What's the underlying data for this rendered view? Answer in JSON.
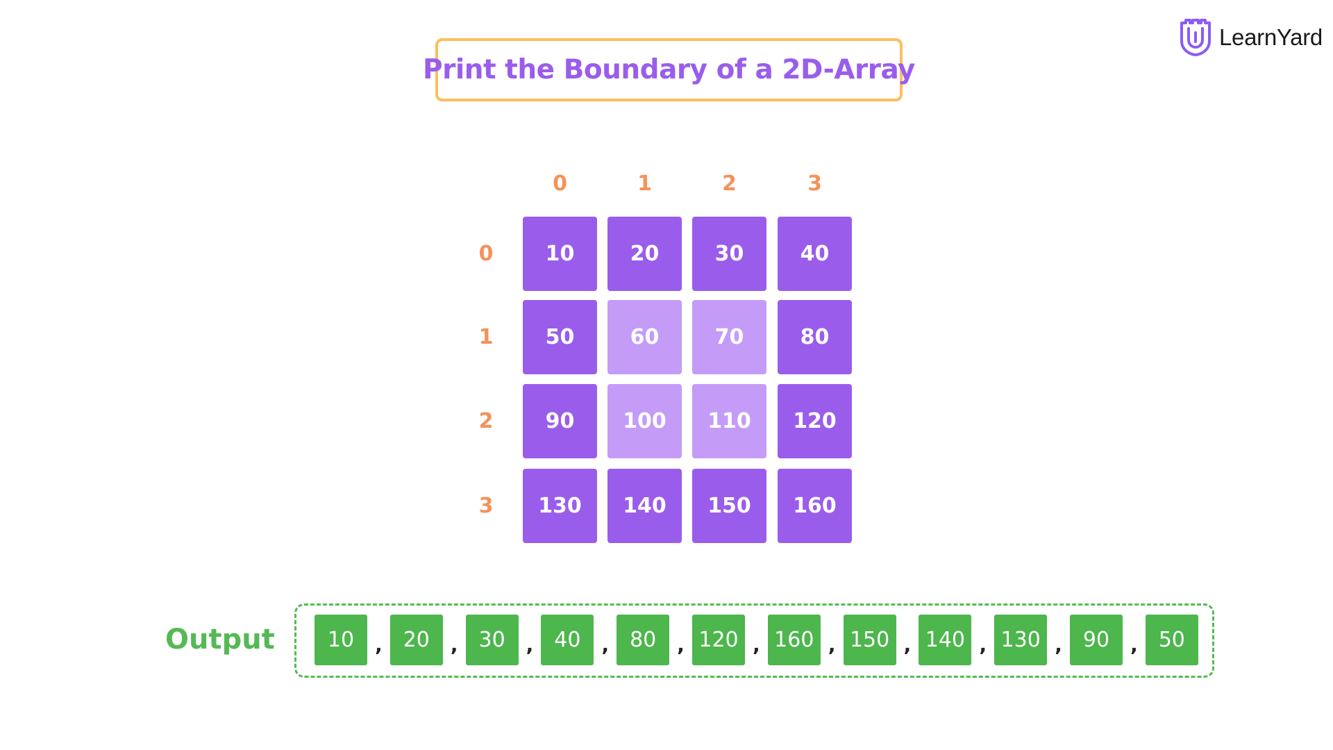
{
  "title": "Print the Boundary of a 2D-Array",
  "logo": {
    "text": "LearnYard",
    "icon": "learnyard-logo-icon",
    "icon_color": "#8B5CF6"
  },
  "colors": {
    "title": "#9A5DEB",
    "title_border": "#FDBE5B",
    "index": "#F4925A",
    "boundary_cell": "#9A5DEB",
    "inner_cell": "#C49CF8",
    "output": "#55B955"
  },
  "grid": {
    "col_indices": [
      "0",
      "1",
      "2",
      "3"
    ],
    "row_indices": [
      "0",
      "1",
      "2",
      "3"
    ],
    "rows": [
      [
        {
          "value": "10",
          "boundary": true
        },
        {
          "value": "20",
          "boundary": true
        },
        {
          "value": "30",
          "boundary": true
        },
        {
          "value": "40",
          "boundary": true
        }
      ],
      [
        {
          "value": "50",
          "boundary": true
        },
        {
          "value": "60",
          "boundary": false
        },
        {
          "value": "70",
          "boundary": false
        },
        {
          "value": "80",
          "boundary": true
        }
      ],
      [
        {
          "value": "90",
          "boundary": true
        },
        {
          "value": "100",
          "boundary": false
        },
        {
          "value": "110",
          "boundary": false
        },
        {
          "value": "120",
          "boundary": true
        }
      ],
      [
        {
          "value": "130",
          "boundary": true
        },
        {
          "value": "140",
          "boundary": true
        },
        {
          "value": "150",
          "boundary": true
        },
        {
          "value": "160",
          "boundary": true
        }
      ]
    ]
  },
  "output": {
    "label": "Output",
    "separator": ",",
    "values": [
      "10",
      "20",
      "30",
      "40",
      "80",
      "120",
      "160",
      "150",
      "140",
      "130",
      "90",
      "50"
    ]
  }
}
